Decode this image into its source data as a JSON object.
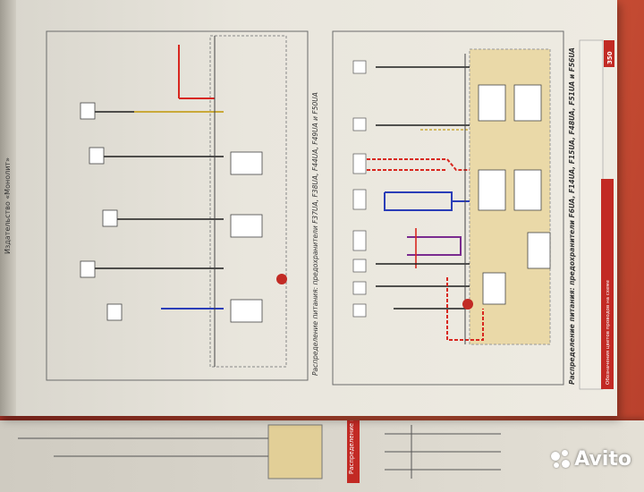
{
  "publisher_footer": "Издательство «Монолит»",
  "page_number": "350",
  "left_diagram_title": "Распределение питания: предохранители F37UA, F38UA, F44UA, F49UA и F50UA",
  "right_diagram_title": "Распределение питания: предохранители F6UA, F14UA, F15UA, F48UA, F51UA и F56UA",
  "color_legend_title": "Обозначения цветов проводов на схеме",
  "bottom_page_title": "Распределение питания",
  "watermark_text": "Avito",
  "colors": {
    "wire_red": "#d8271f",
    "wire_blue": "#2a3db8",
    "wire_yellow": "#c9a93a",
    "wire_black": "#1d1d1d",
    "wire_purple": "#7a2b8f",
    "block_fill": "#ead9a8",
    "badge_red": "#c22a24"
  }
}
